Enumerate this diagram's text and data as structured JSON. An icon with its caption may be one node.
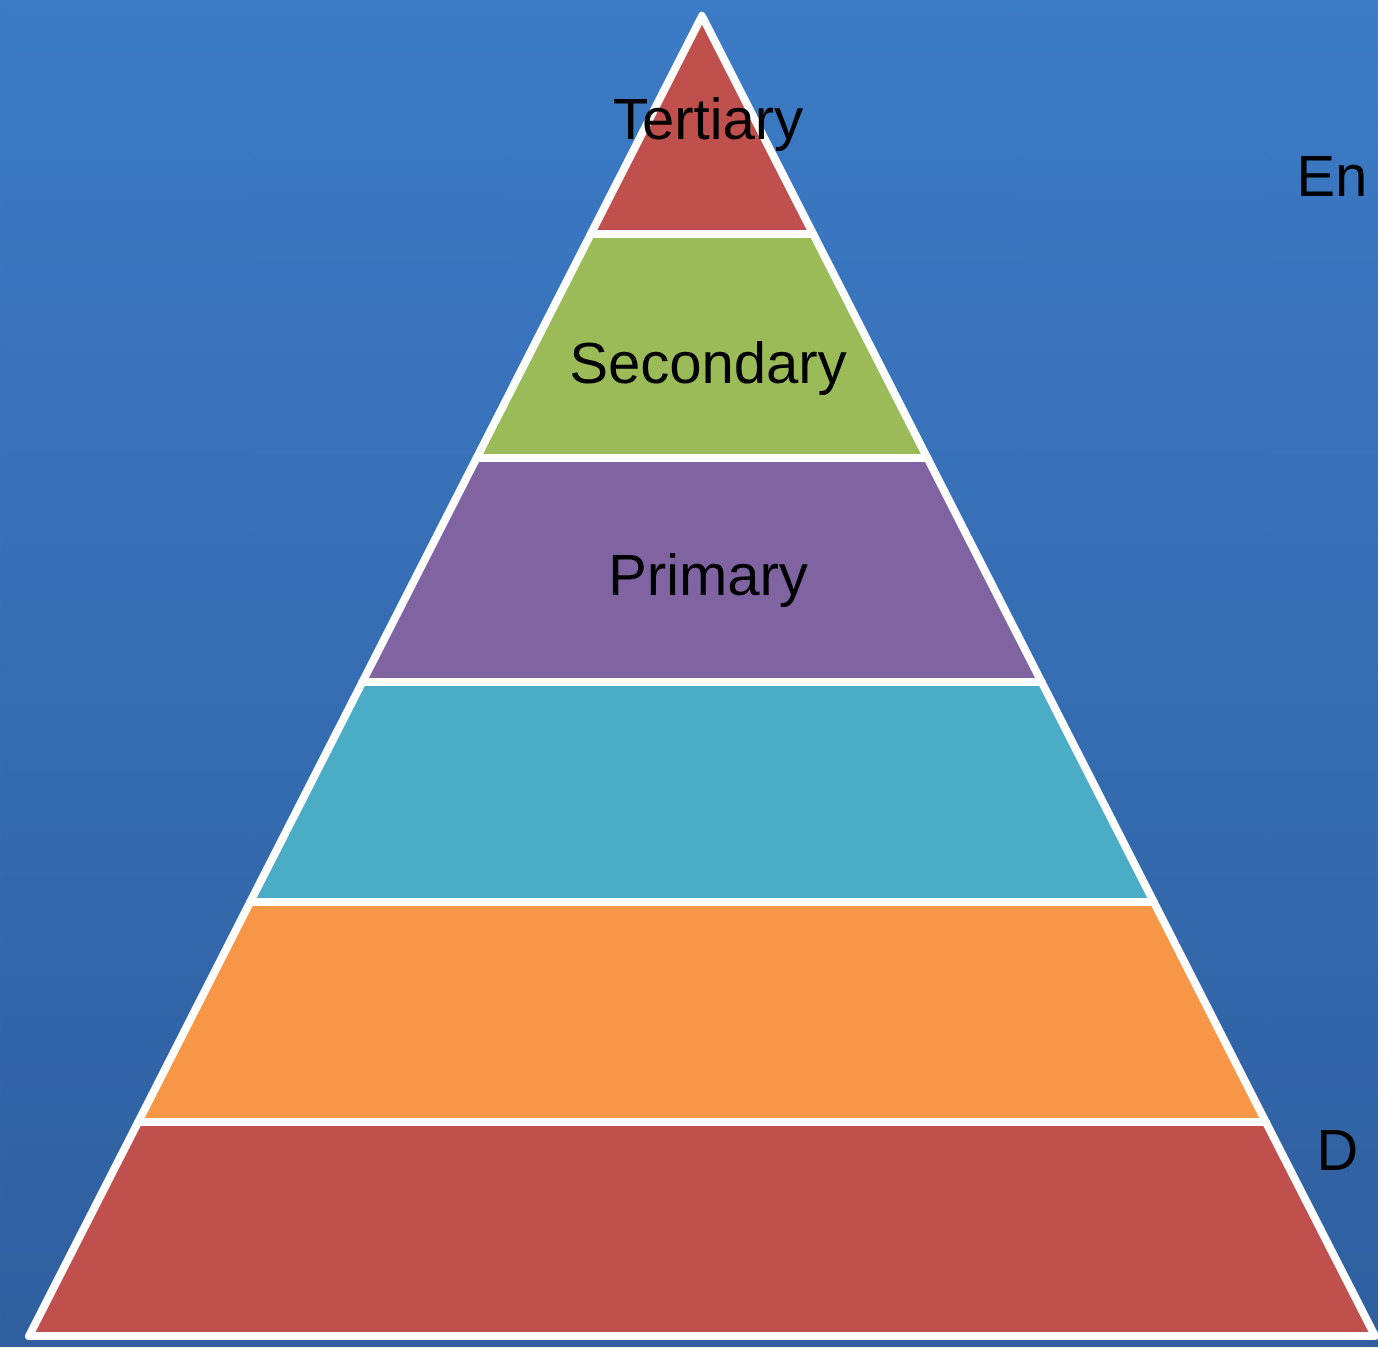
{
  "diagram": {
    "nodes": [
      {
        "text": [
          "Tertiary"
        ]
      },
      {
        "text": [
          "Secondary"
        ]
      },
      {
        "text": [
          "Primary"
        ]
      },
      {
        "text": [],
        "shape": "trapezoid"
      },
      {
        "text": [],
        "shape": "trapezoid"
      },
      {
        "text": [],
        "shape": "trapezoid"
      }
    ],
    "labels": [
      "En",
      "D"
    ]
  }
}
